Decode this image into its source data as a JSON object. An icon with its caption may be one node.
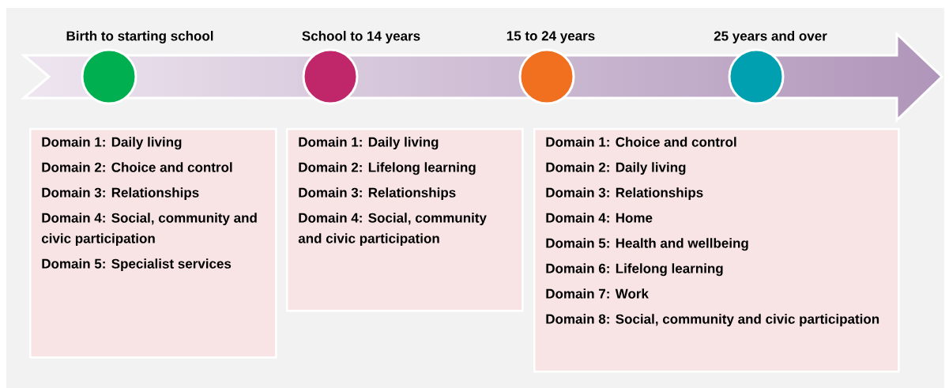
{
  "diagram": {
    "nodes": [
      {
        "text": [
          "Birth to starting school"
        ]
      },
      {
        "text": [
          "School to 14 years"
        ]
      },
      {
        "text": [
          "15 to 24 years"
        ]
      },
      {
        "text": [
          "25 years and over"
        ]
      },
      {
        "text": [
          "Domain 1: Daily living",
          "Domain 2: Choice and control",
          "Domain 3: Relationships",
          "Domain 4: Social, community and civic participation",
          "Domain 5: Specialist services"
        ]
      },
      {
        "text": [
          "Domain 1: Daily living",
          "Domain 2: Lifelong learning",
          "Domain 3: Relationships",
          "Domain 4: Social, community and civic participation"
        ]
      },
      {
        "text": [
          "Domain 1: Choice and control",
          "Domain 2: Daily living",
          "Domain 3: Relationships",
          "Domain 4: Home",
          "Domain 5: Health and wellbeing",
          "Domain 6: Lifelong learning",
          "Domain 7: Work",
          "Domain 8: Social, community and civic participation"
        ]
      }
    ]
  }
}
